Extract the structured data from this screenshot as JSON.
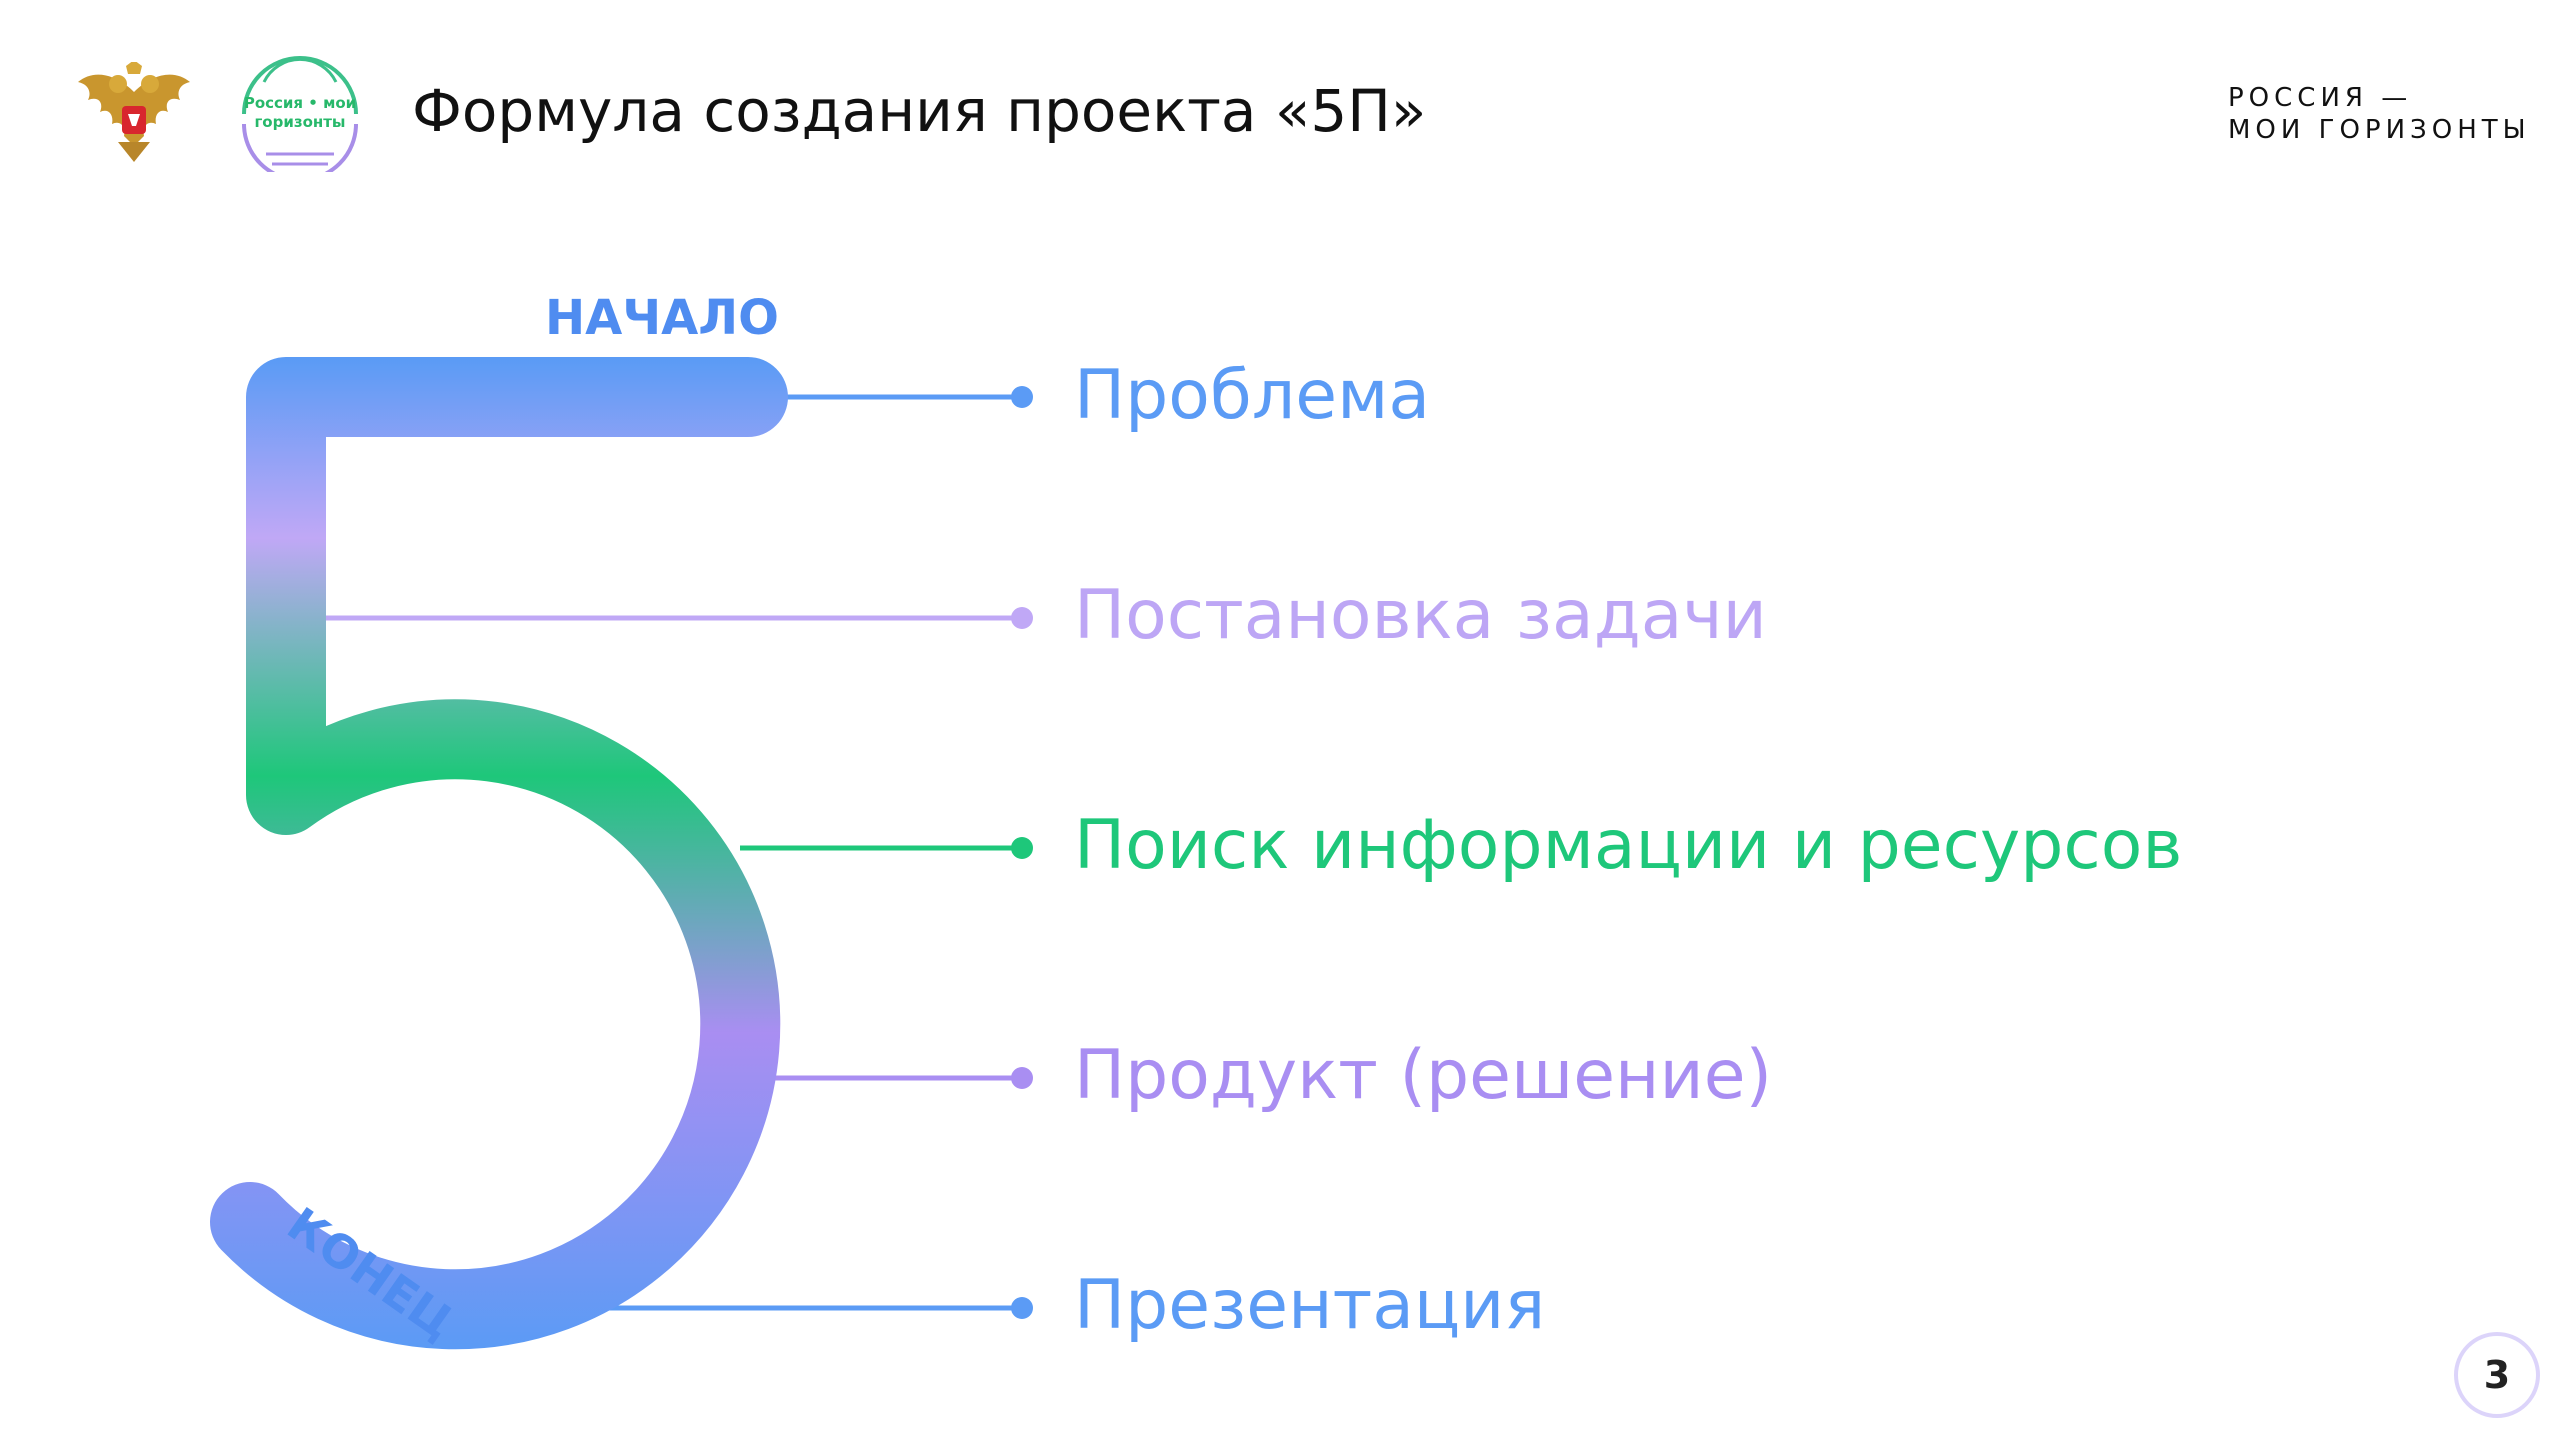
{
  "header": {
    "emblem_icon": "coat-of-arms-icon",
    "logo_text": "Россия • мои горизонты",
    "title": "Формула создания проекта «5П»",
    "brand_line1": "РОССИЯ —",
    "brand_line2": "МОИ ГОРИЗОНТЫ"
  },
  "figure": {
    "start_label": "НАЧАЛО",
    "end_label": "КОНЕЦ",
    "gradient_colors": [
      "#5b9bf5",
      "#c0a8f6",
      "#1ec77a",
      "#a98ef2",
      "#5b9bf5"
    ]
  },
  "steps": [
    {
      "label": "Проблема",
      "color": "#5b9bf5"
    },
    {
      "label": "Постановка задачи",
      "color": "#bda6f5"
    },
    {
      "label": "Поиск информации и ресурсов",
      "color": "#1ec77a"
    },
    {
      "label": "Продукт (решение)",
      "color": "#a98ef2"
    },
    {
      "label": "Презентация",
      "color": "#5b9bf5"
    }
  ],
  "footer": {
    "page_number": "3"
  }
}
